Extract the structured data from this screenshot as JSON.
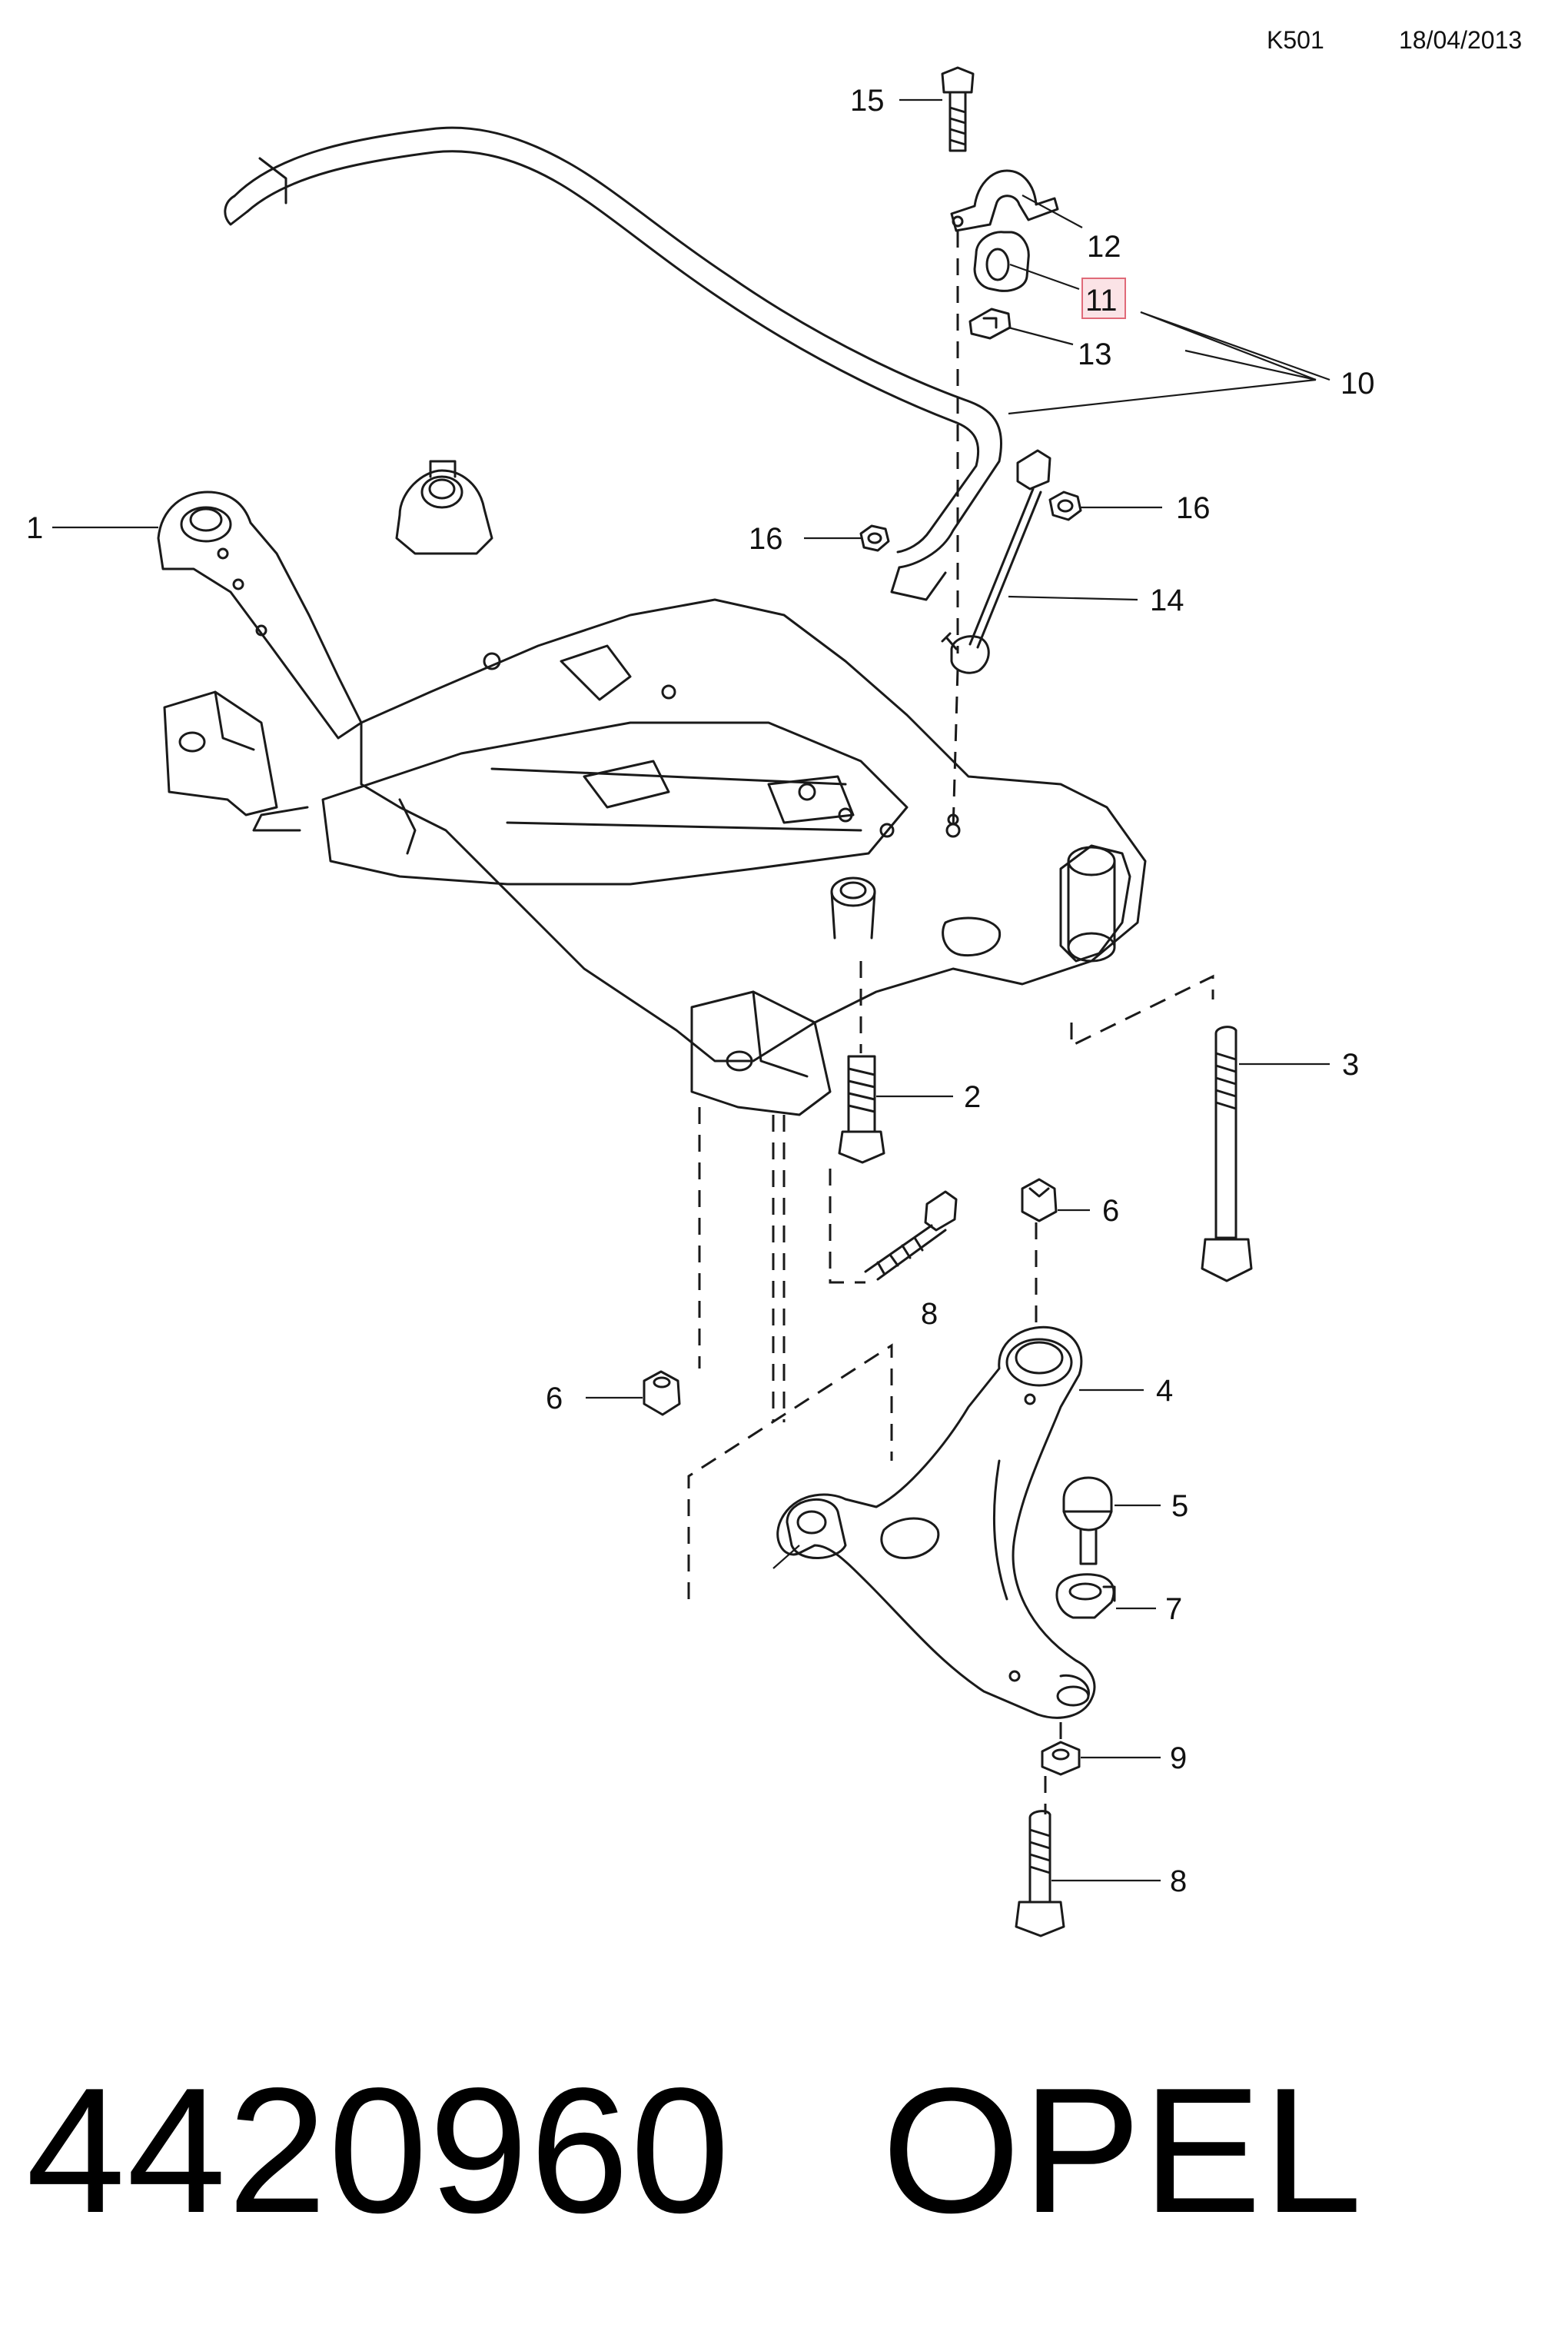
{
  "header": {
    "code": "K501",
    "date": "18/04/2013"
  },
  "callouts": [
    {
      "id": "c15",
      "label": "15"
    },
    {
      "id": "c12",
      "label": "12"
    },
    {
      "id": "c11",
      "label": "11",
      "highlight": true
    },
    {
      "id": "c13",
      "label": "13"
    },
    {
      "id": "c10",
      "label": "10"
    },
    {
      "id": "c16a",
      "label": "16"
    },
    {
      "id": "c16b",
      "label": "16"
    },
    {
      "id": "c14",
      "label": "14"
    },
    {
      "id": "c1",
      "label": "1"
    },
    {
      "id": "c3",
      "label": "3"
    },
    {
      "id": "c2",
      "label": "2"
    },
    {
      "id": "c6a",
      "label": "6"
    },
    {
      "id": "c8a",
      "label": "8"
    },
    {
      "id": "c6b",
      "label": "6"
    },
    {
      "id": "c4",
      "label": "4"
    },
    {
      "id": "c5",
      "label": "5"
    },
    {
      "id": "c7",
      "label": "7"
    },
    {
      "id": "c9",
      "label": "9"
    },
    {
      "id": "c8b",
      "label": "8"
    }
  ],
  "footer": {
    "part_number": "4420960",
    "brand": "OPEL"
  },
  "colors": {
    "line": "#1a1a1a",
    "highlight_fill": "#fbe3e6",
    "highlight_border": "#e06a78"
  }
}
